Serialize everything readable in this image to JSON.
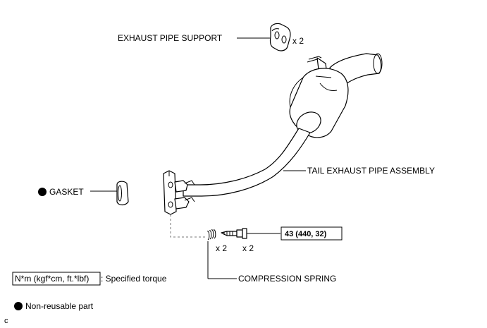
{
  "labels": {
    "exhaust_pipe_support": "EXHAUST PIPE SUPPORT",
    "support_qty": "x 2",
    "tail_exhaust_pipe_assembly": "TAIL EXHAUST PIPE ASSEMBLY",
    "gasket": "GASKET",
    "spring_qty": "x 2",
    "bolt_qty": "x 2",
    "torque_value": "43 (440, 32)",
    "compression_spring": "COMPRESSION SPRING",
    "torque_units": "N*m (kgf*cm, ft.*lbf)",
    "torque_legend_text": ": Specified torque",
    "non_reusable_text": "Non-reusable part",
    "figure_code": "c"
  },
  "icons": {
    "non_reusable_marker": "filled-circle-icon"
  },
  "colors": {
    "line": "#000000",
    "background": "#ffffff",
    "dashed_guide": "#777777"
  }
}
